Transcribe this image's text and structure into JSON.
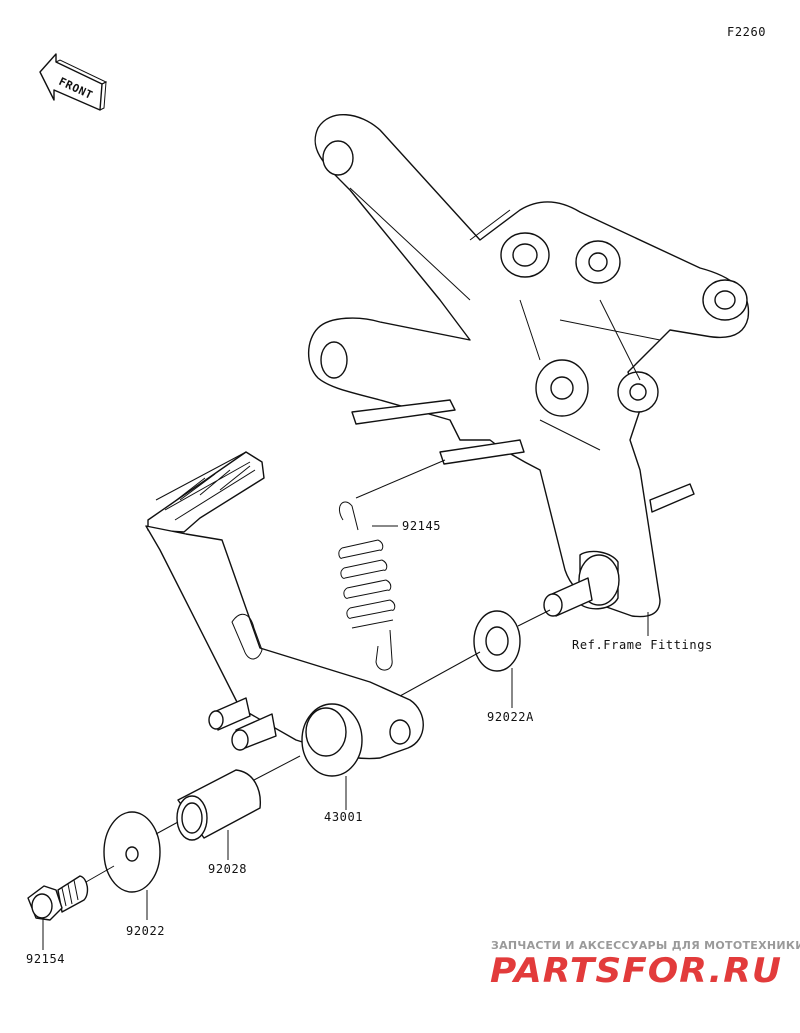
{
  "figure_code": "F2260",
  "front_indicator": "FRONT",
  "parts": {
    "spring": "92145",
    "ref_frame": "Ref.Frame Fittings",
    "washer_small": "92022A",
    "pedal": "43001",
    "collar": "92028",
    "washer_large": "92022",
    "bolt": "92154"
  },
  "watermark": {
    "tagline": "ЗАПЧАСТИ И АКСЕССУАРЫ ДЛЯ МОТОТЕХНИКИ",
    "brand": "PARTSFOR.RU"
  }
}
